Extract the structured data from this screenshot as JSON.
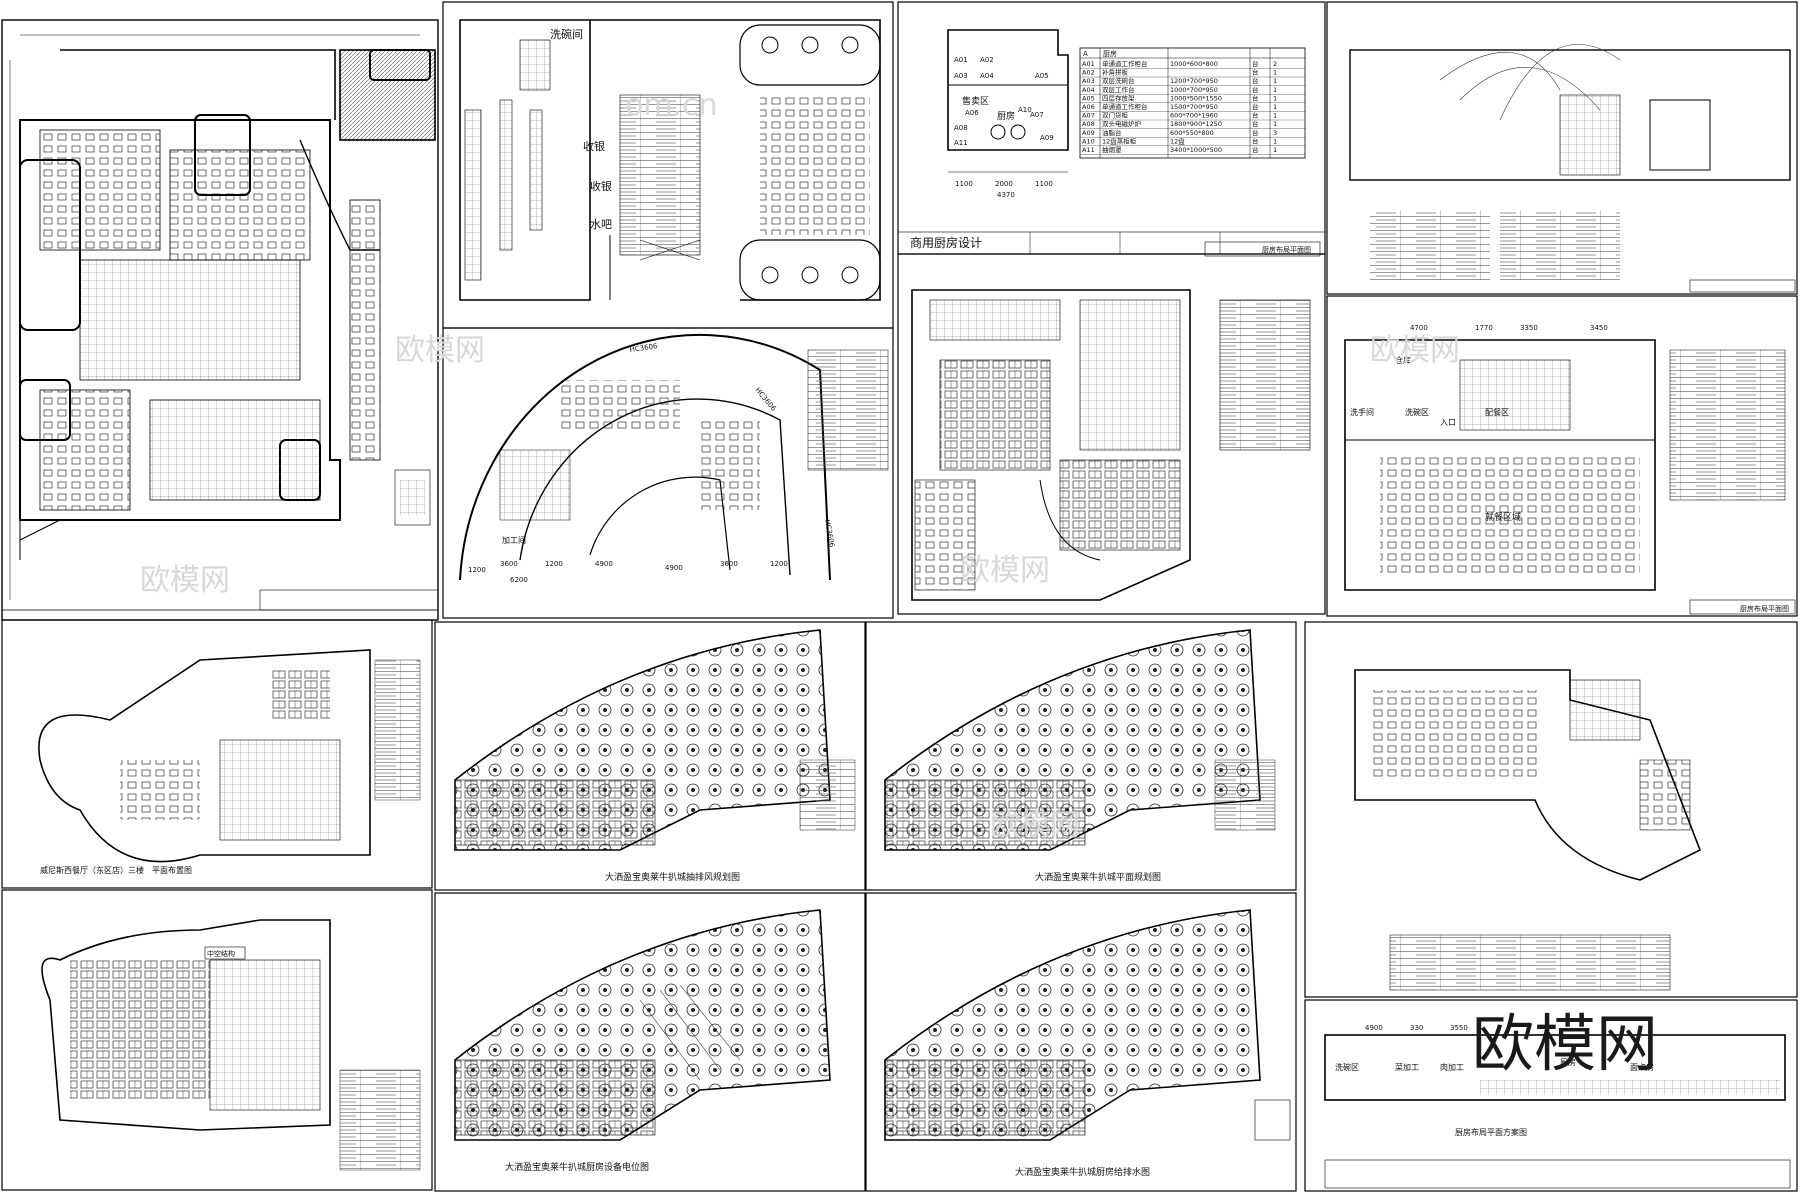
{
  "watermark": "欧模网",
  "watermark_url": "om.cn",
  "panels": {
    "p2": {
      "labels": [
        "洗碗间",
        "收银",
        "收银",
        "水吧"
      ]
    },
    "p3": {
      "zone_label": "售卖区",
      "kitchen_label": "厨房",
      "codes": [
        "A01",
        "A02",
        "A03",
        "A04",
        "A05",
        "A06",
        "A07",
        "A08",
        "A09",
        "A10",
        "A11"
      ],
      "table_header": [
        "A",
        "厨房"
      ],
      "table_rows": [
        [
          "A01",
          "单通道工作柜台",
          "1000*600*800",
          "台",
          "2"
        ],
        [
          "A02",
          "补角拼板",
          "",
          "台",
          "1"
        ],
        [
          "A03",
          "双层洗碗台",
          "1200*700*950",
          "台",
          "1"
        ],
        [
          "A04",
          "双层工作台",
          "1000*700*950",
          "台",
          "1"
        ],
        [
          "A05",
          "四层存放架",
          "1000*500*1550",
          "台",
          "1"
        ],
        [
          "A06",
          "单通道工作柜台",
          "1500*700*950",
          "台",
          "1"
        ],
        [
          "A07",
          "双门货柜",
          "600*700*1960",
          "台",
          "1"
        ],
        [
          "A08",
          "双头电磁炉炉",
          "1800*900*1250",
          "台",
          "1"
        ],
        [
          "A09",
          "油脂台",
          "600*550*800",
          "台",
          "3"
        ],
        [
          "A10",
          "12盘蒸柜柜",
          "12盘",
          "台",
          "1"
        ],
        [
          "A11",
          "抽烟罩",
          "3400*1000*500",
          "台",
          "1"
        ]
      ],
      "dims": [
        "1100",
        "2000",
        "1100",
        "4370"
      ]
    },
    "p4": {
      "caption": "商用厨房设计",
      "title": "厨房布局平面图"
    },
    "p5": {
      "dims": [
        "HC3606",
        "HC3606",
        "HC3606",
        "1200",
        "3600",
        "1200",
        "4900",
        "6200",
        "4900",
        "3600",
        "1200"
      ],
      "label": "加工间"
    },
    "p6": {
      "dims": [
        "4700",
        "1770",
        "3350",
        "3450"
      ],
      "labels": [
        "仓库",
        "洗碗区",
        "配餐区",
        "入口",
        "洗手间",
        "就餐区域"
      ],
      "title": "厨房布局平面图"
    },
    "p7": {
      "title": "威尼斯西餐厅（东区店）三楼　平面布置图"
    },
    "p8": {
      "label": "中空结构"
    },
    "p9": {
      "title": "大洒盈宝奥莱牛扒城抽排风规划图"
    },
    "p10": {
      "title": "大洒盈宝奥莱牛扒城平面规划图"
    },
    "p11": {
      "title": "大洒盈宝奥莱牛扒城厨房设备电位图"
    },
    "p12": {
      "title": "大洒盈宝奥莱牛扒城厨房给排水图"
    },
    "p13": {
      "dims": [
        "4900",
        "330",
        "3550"
      ],
      "labels": [
        "洗碗区",
        "菜加工",
        "肉加工",
        "面点房",
        "厨房"
      ],
      "title": "厨房布局平面方案图"
    }
  }
}
